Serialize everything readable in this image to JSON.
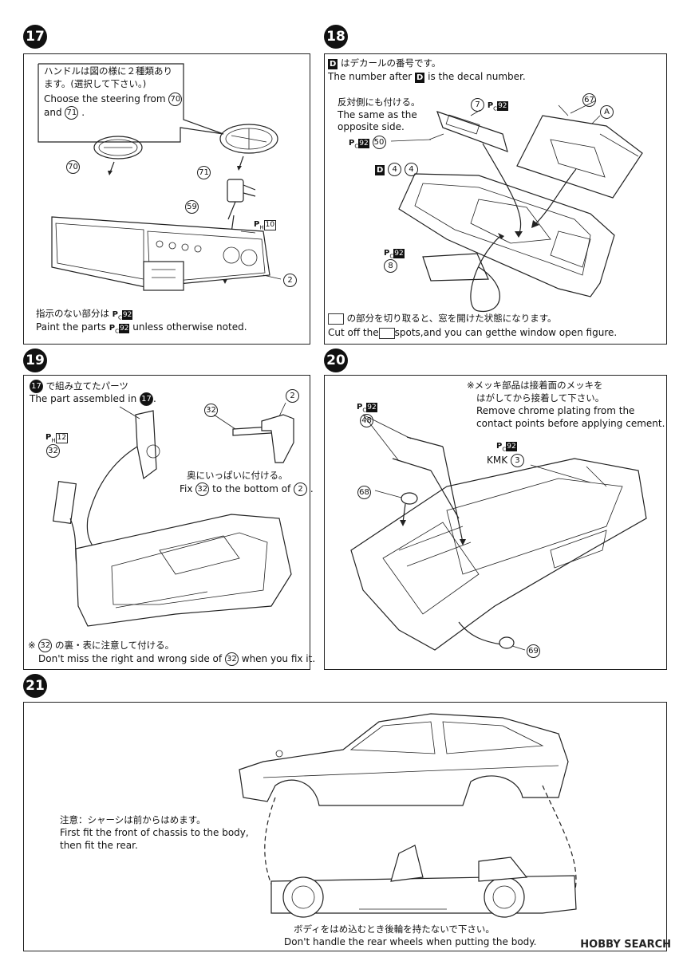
{
  "steps": {
    "s17": {
      "number": "17",
      "note_jp": "ハンドルは図の様に２種類あり",
      "note_jp2": "ます。(選択して下さい。)",
      "note_en1": "Choose the steering from",
      "note_en_part_a": "70",
      "note_en_and": "and",
      "note_en_part_b": "71",
      "parts": {
        "p70": "70",
        "p71": "71",
        "p59": "59",
        "p2": "2",
        "ph10": "10",
        "ph_label": "P",
        "ph_sub": "H"
      },
      "paint_jp": "指示のない部分は",
      "paint_jp_pc": "92",
      "paint_en_pre": "Paint the parts",
      "paint_en_pc": "92",
      "paint_en_post": "unless otherwise noted.",
      "pc_label": "P",
      "pc_sub": "C"
    },
    "s18": {
      "number": "18",
      "decal_jp": "はデカールの番号です。",
      "decal_en_pre": "The number after",
      "decal_en_post": "is the decal number.",
      "d_label": "D",
      "opp_jp": "反対側にも付ける。",
      "opp_en1": "The same as the",
      "opp_en2": "opposite side.",
      "parts": {
        "p7": "7",
        "p50": "50",
        "p67": "67",
        "pA": "A",
        "p8": "8",
        "d4": "4",
        "d4b": "4",
        "pc92": "92"
      },
      "cut_jp": "の部分を切り取ると、窓を開けた状態になります。",
      "cut_en_pre": "Cut off the",
      "cut_en_post": "spots,and you can getthe window open figure."
    },
    "s19": {
      "number": "19",
      "assembled_jp": "で組み立てたパーツ",
      "assembled_ref": "17",
      "assembled_en": "The part assembled in",
      "parts": {
        "p32": "32",
        "p32b": "32",
        "p2": "2",
        "ph12": "12"
      },
      "fix_jp": "奥にいっぱいに付ける。",
      "fix_en_pre": "Fix",
      "fix_en_mid": "to the bottom of",
      "fix_part_a": "32",
      "fix_part_b": "2",
      "side_jp": "※",
      "side_jp2": "の裏・表に注意して付ける。",
      "side_part": "32",
      "side_en_pre": "Don't miss the right and wrong side of",
      "side_en_post": "when you fix it."
    },
    "s20": {
      "number": "20",
      "chrome_jp1": "※メッキ部品は接着面のメッキを",
      "chrome_jp2": "はがしてから接着して下さい。",
      "chrome_en1": "Remove chrome plating from the",
      "chrome_en2": "contact points before applying cement.",
      "parts": {
        "p48": "48",
        "p68": "68",
        "p69": "69",
        "p3": "3",
        "pc92a": "92",
        "pc92b": "92"
      },
      "kmk": "KMK"
    },
    "s21": {
      "number": "21",
      "note_jp": "注意：シャーシは前からはめます。",
      "note_en1": "First fit the front of chassis to the body,",
      "note_en2": "then fit the rear.",
      "bottom_jp": "ボディをはめ込むとき後輪を持たないで下さい。",
      "bottom_en": "Don't handle the rear wheels when putting the body."
    }
  },
  "watermark": "HOBBY SEARCH"
}
